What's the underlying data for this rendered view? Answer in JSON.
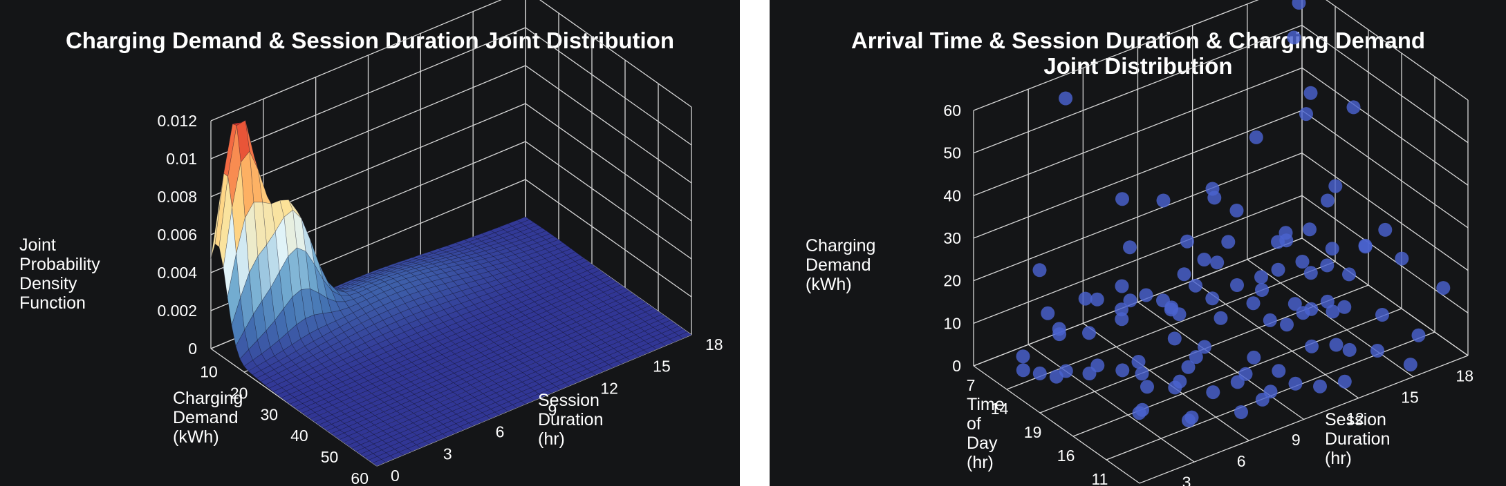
{
  "chart_data": [
    {
      "type": "surface3d",
      "title": "Charging Demand & Session Duration Joint Distribution",
      "xlabel": [
        "Charging",
        "Demand",
        "(kWh)"
      ],
      "ylabel": [
        "Session",
        "Duration",
        "(hr)"
      ],
      "zlabel": [
        "Joint",
        "Probability",
        "Density",
        "Function"
      ],
      "x_ticks": [
        "10",
        "20",
        "30",
        "40",
        "50",
        "60"
      ],
      "y_ticks": [
        "0",
        "3",
        "6",
        "9",
        "12",
        "15",
        "18"
      ],
      "z_ticks": [
        "0",
        "0.002",
        "0.004",
        "0.006",
        "0.008",
        "0.01",
        "0.012"
      ],
      "xlim": [
        5,
        60
      ],
      "ylim": [
        0,
        18
      ],
      "zlim": [
        0,
        0.012
      ],
      "colormap": "RdYlBu_r",
      "peaks": [
        {
          "demand": 7,
          "duration": 1.2,
          "density": 0.0118
        },
        {
          "demand": 11,
          "duration": 3.5,
          "density": 0.0062
        }
      ]
    },
    {
      "type": "scatter3d",
      "title": [
        "Arrival Time & Session Duration & Charging Demand",
        "Joint Distribution"
      ],
      "xlabel": [
        "Time",
        "of",
        "Day",
        "(hr)"
      ],
      "ylabel": [
        "Session",
        "Duration",
        "(hr)"
      ],
      "zlabel": [
        "Charging",
        "Demand",
        "(kWh)"
      ],
      "x_ticks": [
        "7",
        "14",
        "19",
        "16",
        "11"
      ],
      "y_ticks": [
        "3",
        "6",
        "9",
        "12",
        "15",
        "18"
      ],
      "z_ticks": [
        "0",
        "10",
        "20",
        "30",
        "40",
        "50",
        "60"
      ],
      "zlim": [
        0,
        60
      ],
      "ylim": [
        0,
        18
      ],
      "marker_color": "#4a63d0",
      "points": [
        [
          0.08,
          0.95,
          59
        ],
        [
          0.06,
          0.25,
          57
        ],
        [
          0.5,
          0.2,
          47
        ],
        [
          0.55,
          0.3,
          45
        ],
        [
          0.05,
          0.95,
          50
        ],
        [
          0.52,
          0.75,
          51
        ],
        [
          0.25,
          0.9,
          44
        ],
        [
          0.35,
          0.98,
          41
        ],
        [
          0.12,
          0.8,
          33
        ],
        [
          0.62,
          0.42,
          44
        ],
        [
          0.45,
          0.5,
          39
        ],
        [
          0.55,
          0.8,
          30
        ],
        [
          0.2,
          0.1,
          25
        ],
        [
          0.6,
          0.72,
          27
        ],
        [
          0.3,
          0.95,
          22
        ],
        [
          0.4,
          0.5,
          21
        ],
        [
          0.2,
          0.7,
          21
        ],
        [
          0.15,
          0.4,
          20
        ],
        [
          0.6,
          0.95,
          20
        ],
        [
          0.58,
          0.9,
          17
        ],
        [
          0.7,
          0.95,
          16
        ],
        [
          0.95,
          0.95,
          16
        ],
        [
          0.3,
          0.3,
          18
        ],
        [
          0.1,
          0.6,
          14
        ],
        [
          0.25,
          0.8,
          12
        ],
        [
          0.4,
          0.6,
          12
        ],
        [
          0.5,
          0.5,
          10
        ],
        [
          0.3,
          0.2,
          10
        ],
        [
          0.35,
          0.55,
          9
        ],
        [
          0.6,
          0.4,
          9
        ],
        [
          0.45,
          0.15,
          8
        ],
        [
          0.7,
          0.6,
          11
        ],
        [
          0.8,
          0.7,
          6
        ],
        [
          0.85,
          0.8,
          3
        ],
        [
          0.9,
          0.9,
          5
        ],
        [
          0.65,
          0.2,
          7
        ],
        [
          0.75,
          0.35,
          4
        ],
        [
          0.55,
          0.75,
          6
        ],
        [
          0.2,
          0.35,
          6
        ],
        [
          0.15,
          0.6,
          5
        ],
        [
          0.1,
          0.4,
          4
        ],
        [
          0.05,
          0.5,
          3
        ],
        [
          0.25,
          0.5,
          4
        ],
        [
          0.4,
          0.3,
          3
        ],
        [
          0.45,
          0.85,
          2
        ],
        [
          0.5,
          0.65,
          5
        ],
        [
          0.6,
          0.55,
          2
        ],
        [
          0.7,
          0.45,
          2
        ],
        [
          0.8,
          0.5,
          1
        ],
        [
          0.9,
          0.6,
          2
        ],
        [
          0.95,
          0.85,
          1
        ],
        [
          0.3,
          0.7,
          2
        ],
        [
          0.2,
          0.9,
          3
        ],
        [
          0.35,
          0.85,
          6
        ],
        [
          0.1,
          0.9,
          7
        ],
        [
          0.05,
          0.75,
          8
        ],
        [
          0.12,
          0.2,
          6
        ],
        [
          0.22,
          0.15,
          9
        ],
        [
          0.32,
          0.12,
          4
        ],
        [
          0.42,
          0.4,
          6
        ],
        [
          0.52,
          0.25,
          5
        ],
        [
          0.62,
          0.3,
          3
        ],
        [
          0.72,
          0.15,
          5
        ],
        [
          0.82,
          0.25,
          3
        ],
        [
          0.92,
          0.35,
          4
        ],
        [
          0.68,
          0.75,
          9
        ],
        [
          0.78,
          0.85,
          8
        ],
        [
          0.88,
          0.7,
          7
        ],
        [
          0.58,
          0.85,
          12
        ],
        [
          0.48,
          0.95,
          13
        ],
        [
          0.38,
          0.9,
          11
        ],
        [
          0.28,
          0.6,
          14
        ],
        [
          0.18,
          0.55,
          10
        ],
        [
          0.08,
          0.3,
          9
        ],
        [
          0.15,
          0.15,
          12
        ],
        [
          0.25,
          0.25,
          15
        ],
        [
          0.35,
          0.4,
          13
        ],
        [
          0.45,
          0.7,
          14
        ],
        [
          0.55,
          0.6,
          15
        ],
        [
          0.65,
          0.65,
          13
        ],
        [
          0.75,
          0.75,
          12
        ],
        [
          0.85,
          0.6,
          10
        ],
        [
          0.95,
          0.5,
          7
        ],
        [
          0.9,
          0.2,
          6
        ],
        [
          0.8,
          0.1,
          8
        ],
        [
          0.7,
          0.3,
          10
        ],
        [
          0.6,
          0.15,
          11
        ],
        [
          0.5,
          0.1,
          9
        ],
        [
          0.4,
          0.05,
          7
        ],
        [
          0.3,
          0.05,
          5
        ],
        [
          0.2,
          0.05,
          3
        ],
        [
          0.1,
          0.1,
          2
        ],
        [
          0.15,
          0.8,
          1
        ],
        [
          0.25,
          0.95,
          2
        ],
        [
          0.45,
          0.45,
          1
        ],
        [
          0.55,
          0.35,
          1
        ],
        [
          0.65,
          0.5,
          1
        ],
        [
          0.75,
          0.55,
          3
        ],
        [
          0.85,
          0.45,
          2
        ],
        [
          0.95,
          0.65,
          3
        ],
        [
          0.35,
          0.3,
          16
        ],
        [
          0.5,
          0.35,
          17
        ],
        [
          0.4,
          0.75,
          18
        ],
        [
          0.3,
          0.45,
          8
        ],
        [
          0.6,
          0.7,
          8
        ]
      ]
    }
  ]
}
